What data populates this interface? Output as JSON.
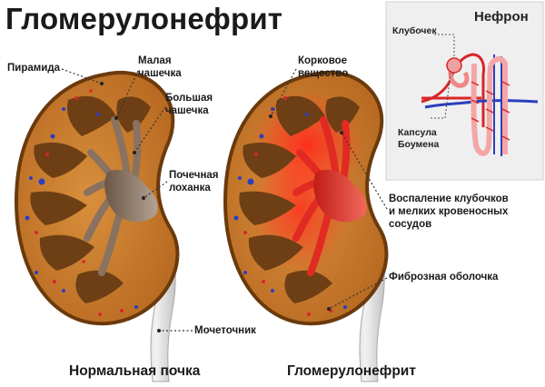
{
  "title": "Гломерулонефрит",
  "labels": {
    "pyramid": "Пирамида",
    "minor_calyx": [
      "Малая",
      "чашечка"
    ],
    "major_calyx": [
      "Большая",
      "чашечка"
    ],
    "renal_pelvis": [
      "Почечная",
      "лоханка"
    ],
    "ureter": "Мочеточник",
    "cortex": [
      "Корковое",
      "вещество"
    ],
    "inflammation": [
      "Воспаление клубочков",
      "и мелких кровеносных",
      "сосудов"
    ],
    "fibrous_capsule": "Фиброзная оболочка"
  },
  "captions": {
    "normal": "Нормальная почка",
    "disease": "Гломерулонефрит"
  },
  "nephron_inset": {
    "title": "Нефрон",
    "glomerulus": "Клубочек",
    "bowman_capsule": [
      "Капсула",
      "Боумена"
    ]
  },
  "colors": {
    "kidney_capsule": "#7a4510",
    "kidney_cortex": "#c47a2a",
    "pyramid": "#6e3f14",
    "calyx_normal": "#8a7260",
    "calyx_inflamed": "#e02a22",
    "ureter": "#dcdcdc",
    "artery": "#d8262a",
    "vein": "#2b3fc0"
  }
}
